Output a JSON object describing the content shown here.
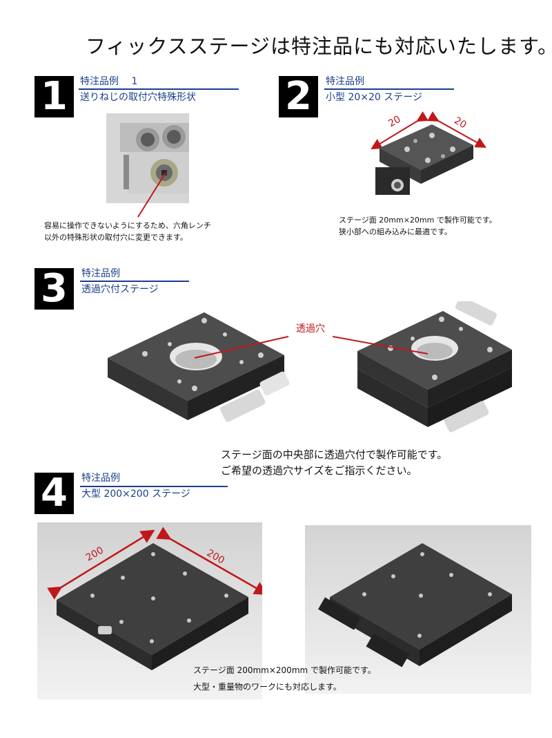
{
  "headline": "フィックスステージは特注品にも対応いたします。",
  "sections": [
    {
      "number": "1",
      "title_line1": "特注品例　 1",
      "title_line2": "送りねじの取付穴特殊形状",
      "caption_line1": "容易に操作できないようにするため、六角レンチ",
      "caption_line2": "以外の特殊形状の取付穴に変更できます。"
    },
    {
      "number": "2",
      "title_line1": "特注品例",
      "title_line2": "小型 20×20 ステージ",
      "dim_a": "20",
      "dim_b": "20",
      "caption_line1": "ステージ面 20mm×20mm で製作可能です。",
      "caption_line2": "狭小部への組み込みに最適です。"
    },
    {
      "number": "3",
      "title_line1": "特注品例",
      "title_line2": "透過穴付ステージ",
      "callout": "透過穴",
      "caption_line1": "ステージ面の中央部に透過穴付で製作可能です。",
      "caption_line2": "ご希望の透過穴サイズをご指示ください。"
    },
    {
      "number": "4",
      "title_line1": "特注品例",
      "title_line2": "大型 200×200 ステージ",
      "dim_a": "200",
      "dim_b": "200",
      "caption_line1": "ステージ面 200mm×200mm で製作可能です。",
      "caption_line2": "大型・重量物のワークにも対応します。"
    }
  ],
  "colors": {
    "title_blue": "#1a3f88",
    "accent_red": "#c0181a",
    "stage_dark": "#3a3a3a"
  }
}
